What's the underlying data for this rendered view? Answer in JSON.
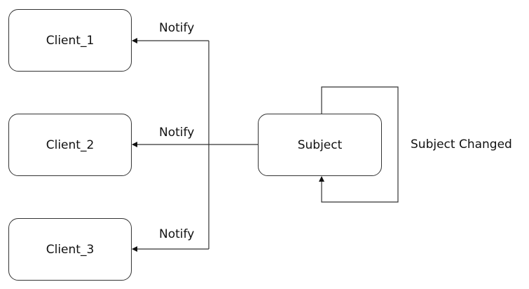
{
  "nodes": {
    "client_1": "Client_1",
    "client_2": "Client_2",
    "client_3": "Client_3",
    "subject": "Subject"
  },
  "edges": {
    "notify_1": "Notify",
    "notify_2": "Notify",
    "notify_3": "Notify",
    "self_loop": "Subject Changed"
  },
  "colors": {
    "line": "#333333",
    "text": "#111111",
    "background": "#ffffff"
  }
}
